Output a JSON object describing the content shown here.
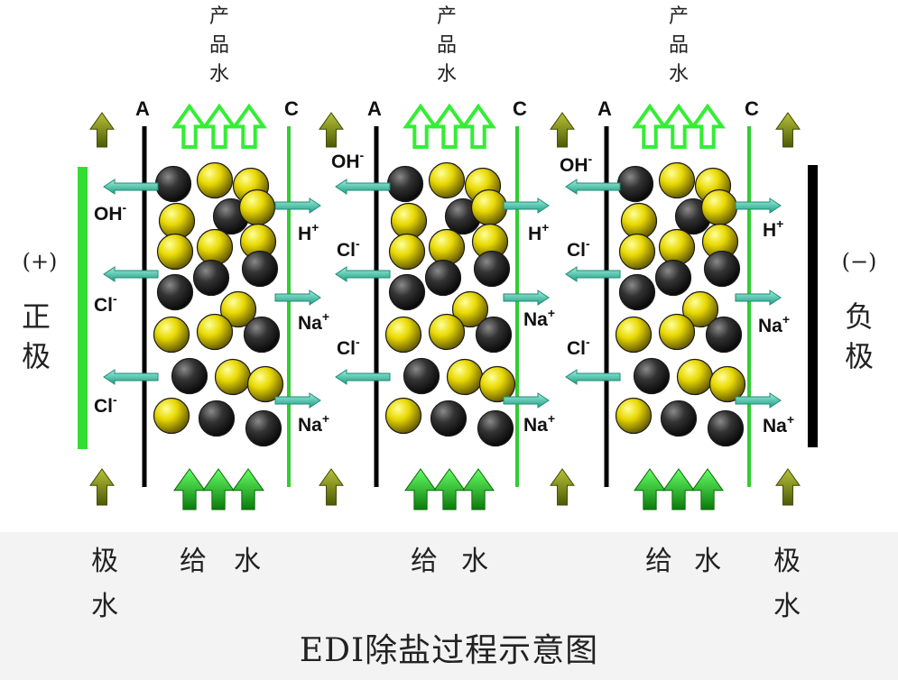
{
  "caption": "EDI除盐过程示意图",
  "product_water": [
    "产",
    "品",
    "水"
  ],
  "anode": {
    "polarity": "(+)",
    "name": [
      "正",
      "极"
    ]
  },
  "cathode": {
    "polarity": "(−)",
    "name": [
      "负",
      "极"
    ]
  },
  "membrane_labels": {
    "anion": "A",
    "cation": "C"
  },
  "feed_water": [
    "给",
    "水"
  ],
  "electrode_water": [
    "极",
    "水"
  ],
  "cells": [
    {
      "left_ions": [
        {
          "base": "OH",
          "sup": "-"
        },
        {
          "base": "Cl",
          "sup": "-"
        },
        {
          "base": "Cl",
          "sup": "-"
        }
      ],
      "right_ions": [
        {
          "base": "H",
          "sup": "+"
        },
        {
          "base": "Na",
          "sup": "+"
        },
        {
          "base": "Na",
          "sup": "+"
        }
      ]
    },
    {
      "left_ions": [
        {
          "base": "OH",
          "sup": "-"
        },
        {
          "base": "Cl",
          "sup": "-"
        },
        {
          "base": "Cl",
          "sup": "-"
        }
      ],
      "right_ions": [
        {
          "base": "H",
          "sup": "+"
        },
        {
          "base": "Na",
          "sup": "+"
        },
        {
          "base": "Na",
          "sup": "+"
        }
      ]
    },
    {
      "left_ions": [
        {
          "base": "OH",
          "sup": "-"
        },
        {
          "base": "Cl",
          "sup": "-"
        },
        {
          "base": "Cl",
          "sup": "-"
        }
      ],
      "right_ions": [
        {
          "base": "H",
          "sup": "+"
        },
        {
          "base": "Na",
          "sup": "+"
        },
        {
          "base": "Na",
          "sup": "+"
        }
      ]
    }
  ],
  "colors": {
    "electrode_anode": "#33dd33",
    "electrode_cathode": "#000000",
    "membrane_anion": "#000000",
    "membrane_cation": "#33cc33",
    "resin_yellow": "#e8d800",
    "resin_dark": "#2a2a2a",
    "ion_arrow": "#2fb39a",
    "product_arrow": "#33ee33",
    "feed_arrow": "#119911",
    "electrode_flow_arrow": "#6b7a10"
  }
}
